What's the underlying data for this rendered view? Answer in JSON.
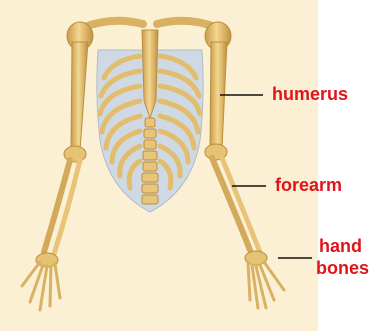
{
  "diagram": {
    "labels": {
      "humerus": "humerus",
      "forearm": "forearm",
      "hand_line1": "hand",
      "hand_line2": "bones"
    }
  },
  "colors": {
    "background": "#ffffff",
    "panel": "#fbf0d3",
    "bone": "#e7c477",
    "bone_shadow": "#b98f3e",
    "ribs_fill": "#cfd9e4",
    "label": "#e0141b",
    "leader_line": "#111111"
  }
}
